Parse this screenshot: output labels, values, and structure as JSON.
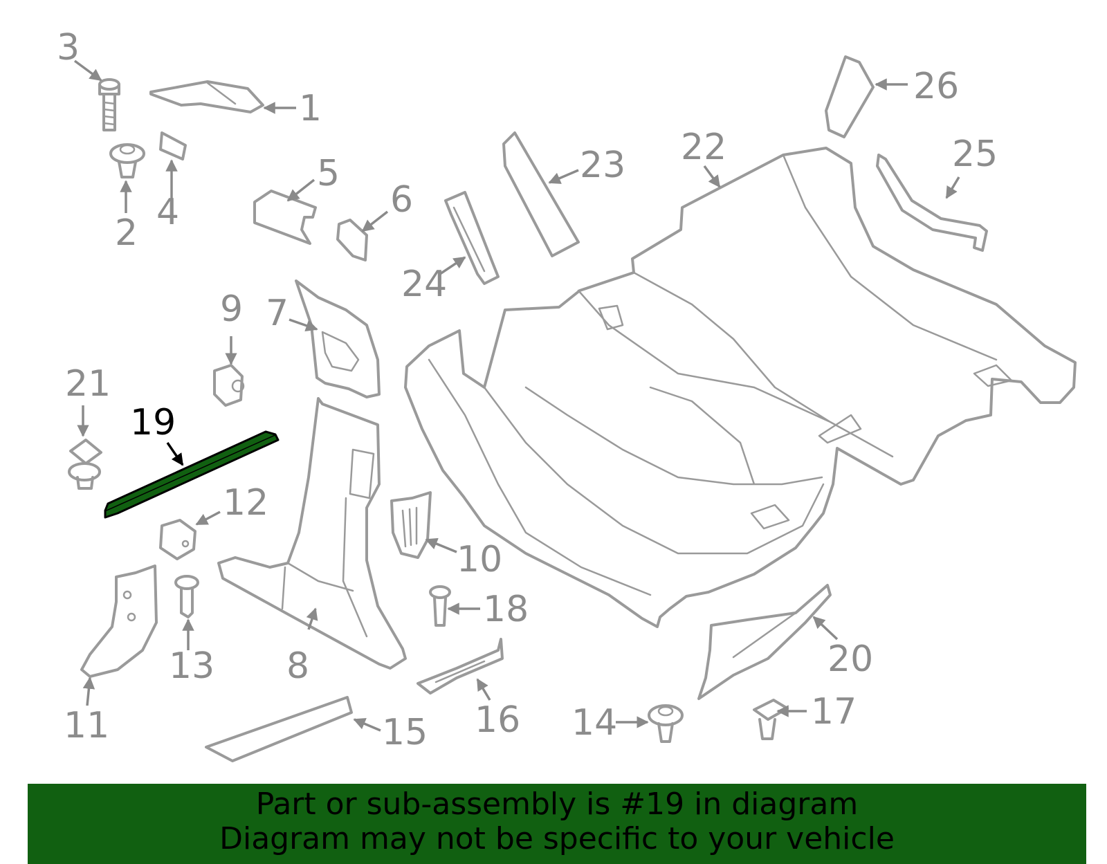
{
  "highlight_color": "#116011",
  "highlighted_part": "19",
  "callouts": [
    {
      "id": "1",
      "label": "1"
    },
    {
      "id": "2",
      "label": "2"
    },
    {
      "id": "3",
      "label": "3"
    },
    {
      "id": "4",
      "label": "4"
    },
    {
      "id": "5",
      "label": "5"
    },
    {
      "id": "6",
      "label": "6"
    },
    {
      "id": "7",
      "label": "7"
    },
    {
      "id": "8",
      "label": "8"
    },
    {
      "id": "9",
      "label": "9"
    },
    {
      "id": "10",
      "label": "10"
    },
    {
      "id": "11",
      "label": "11"
    },
    {
      "id": "12",
      "label": "12"
    },
    {
      "id": "13",
      "label": "13"
    },
    {
      "id": "14",
      "label": "14"
    },
    {
      "id": "15",
      "label": "15"
    },
    {
      "id": "16",
      "label": "16"
    },
    {
      "id": "17",
      "label": "17"
    },
    {
      "id": "18",
      "label": "18"
    },
    {
      "id": "19",
      "label": "19"
    },
    {
      "id": "20",
      "label": "20"
    },
    {
      "id": "21",
      "label": "21"
    },
    {
      "id": "22",
      "label": "22"
    },
    {
      "id": "23",
      "label": "23"
    },
    {
      "id": "24",
      "label": "24"
    },
    {
      "id": "25",
      "label": "25"
    },
    {
      "id": "26",
      "label": "26"
    }
  ],
  "banner": {
    "line1": "Part or sub-assembly is #19 in diagram",
    "line2": "Diagram may not be specific to your vehicle"
  }
}
